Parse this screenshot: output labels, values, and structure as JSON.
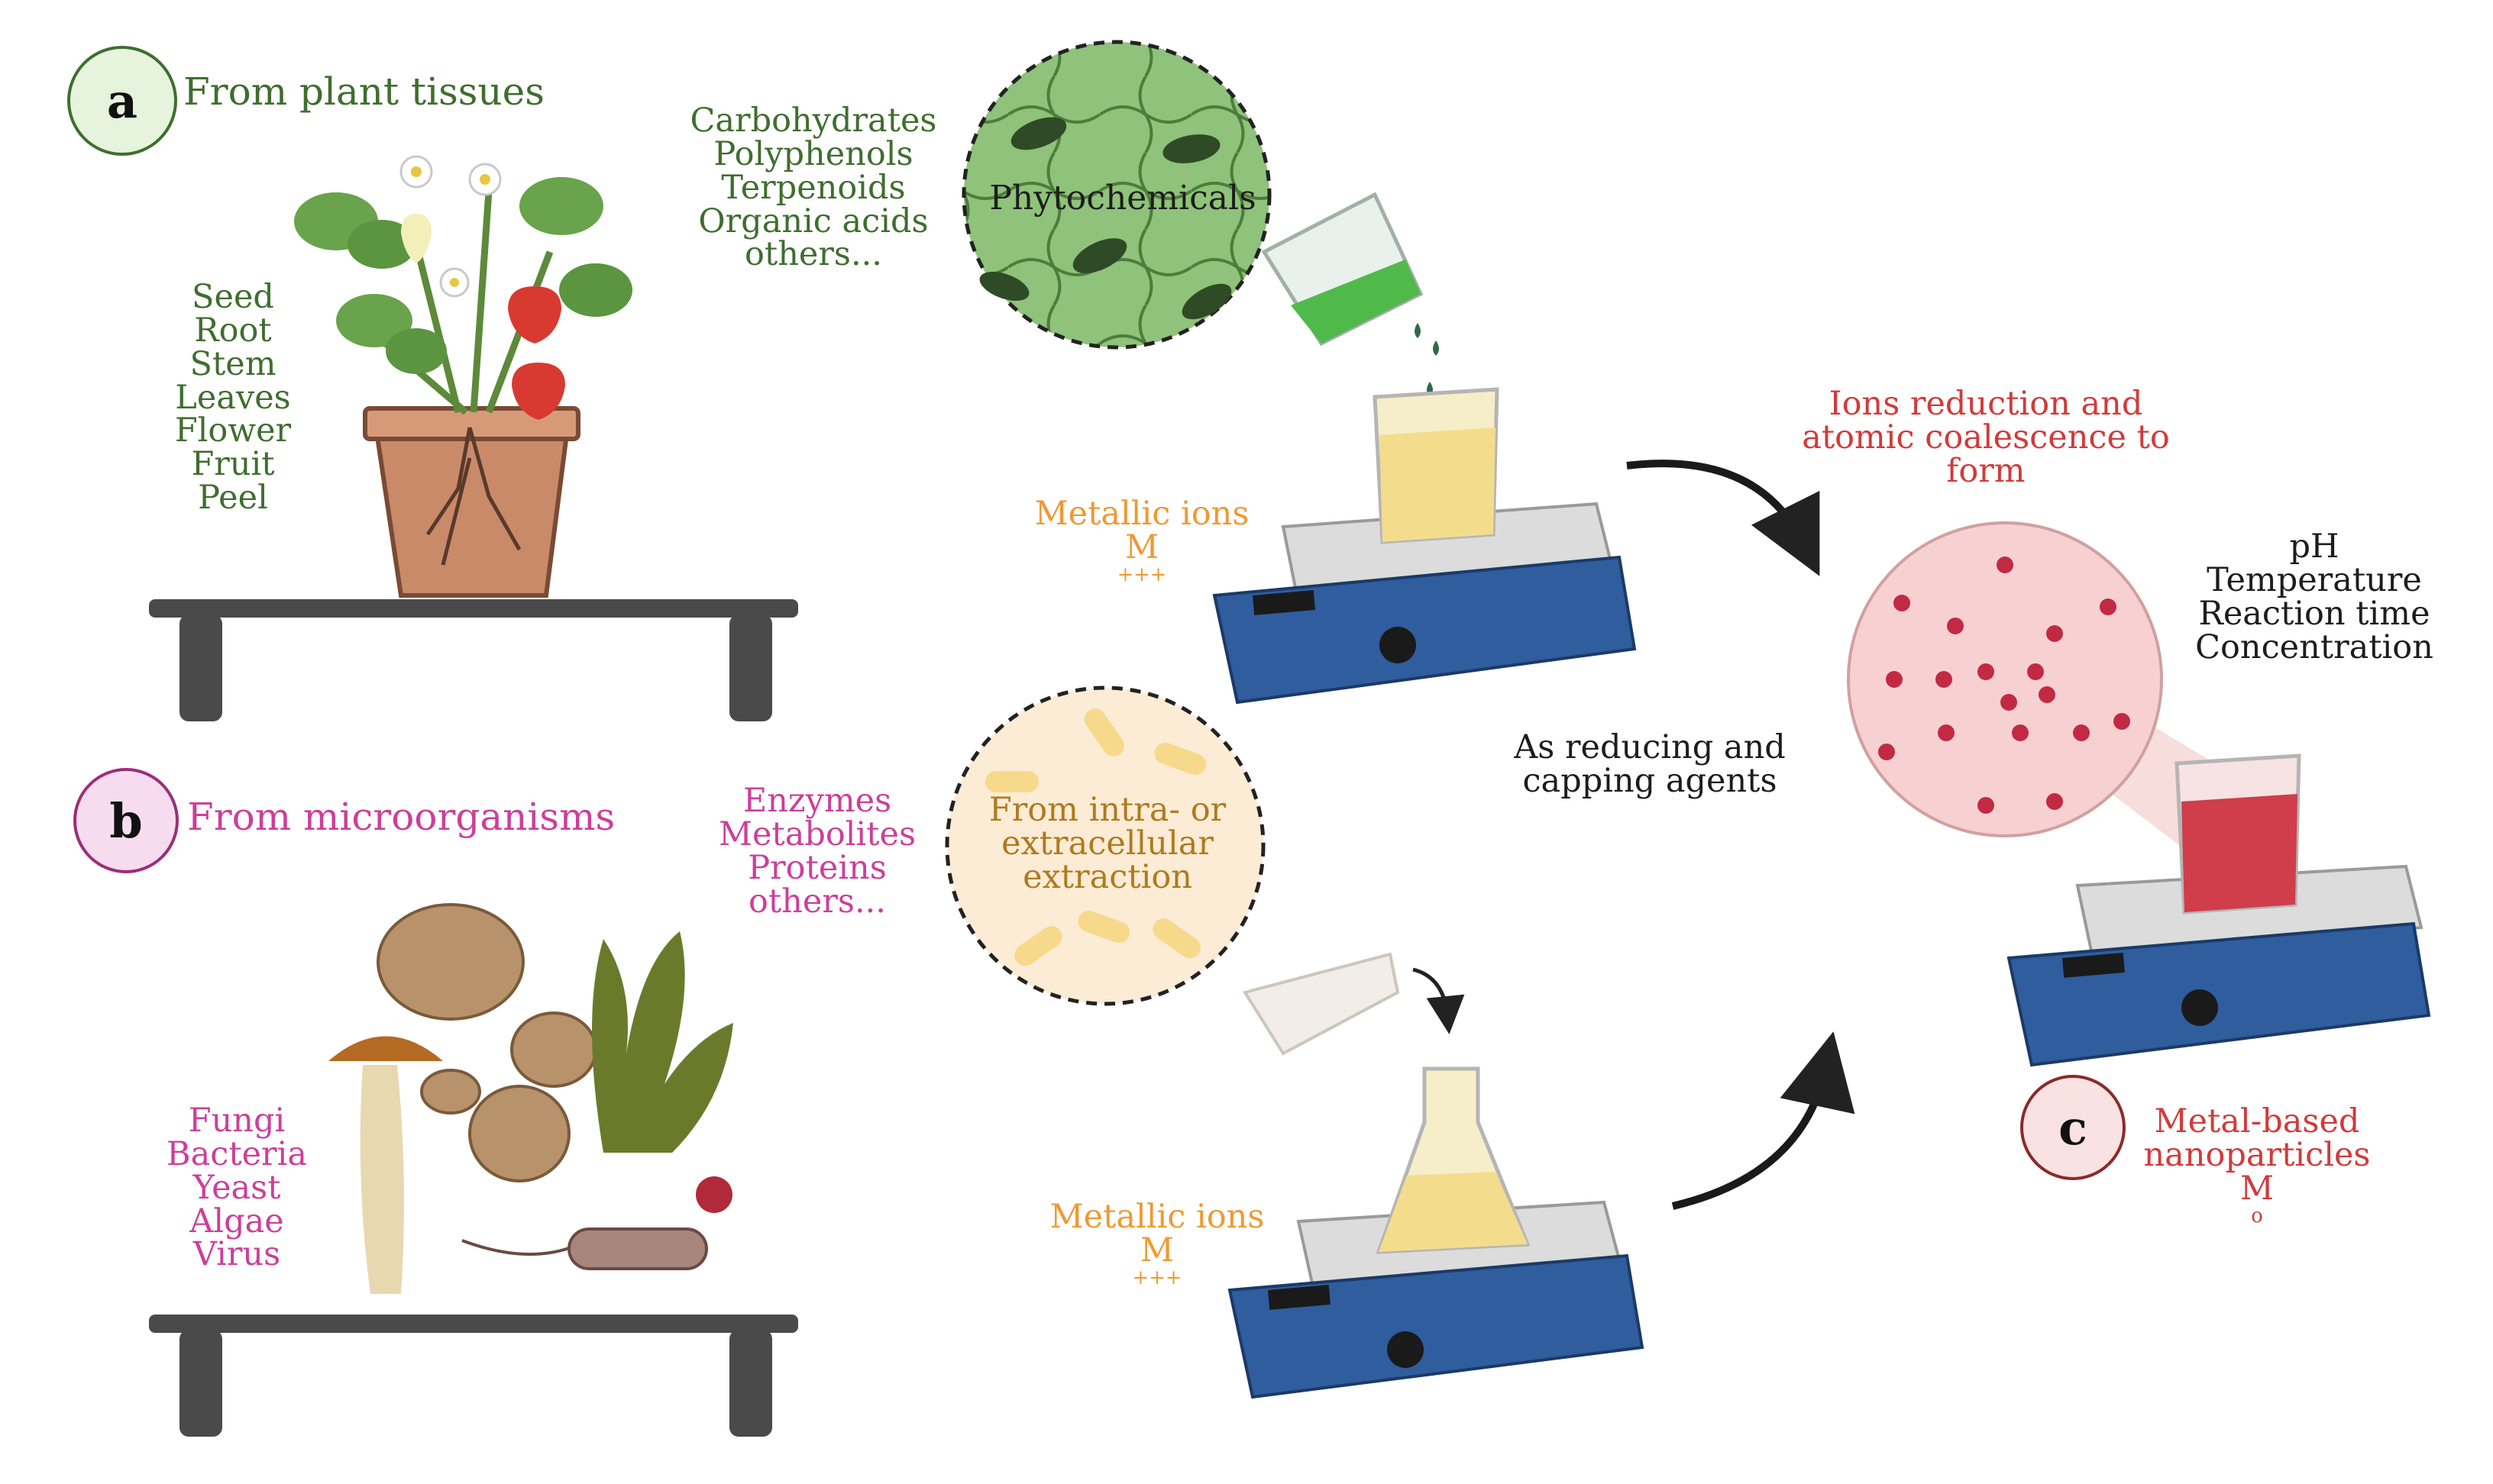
{
  "panel_a": {
    "badge": "a",
    "title": "From plant tissues",
    "parts": [
      "Seed",
      "Root",
      "Stem",
      "Leaves",
      "Flower",
      "Fruit",
      "Peel"
    ],
    "compounds": [
      "Carbohydrates",
      "Polyphenols",
      "Terpenoids",
      "Organic acids",
      "others..."
    ],
    "zoom_label": "Phytochemicals",
    "metal_ions_label": "Metallic ions",
    "metal_ions_formula": "M",
    "metal_ions_charge": "+++"
  },
  "panel_b": {
    "badge": "b",
    "title": "From microorganisms",
    "organisms": [
      "Fungi",
      "Bacteria",
      "Yeast",
      "Algae",
      "Virus"
    ],
    "compounds": [
      "Enzymes",
      "Metabolites",
      "Proteins",
      "others..."
    ],
    "zoom_label_lines": [
      "From intra- or",
      "extracellular",
      "extraction"
    ],
    "metal_ions_label": "Metallic ions",
    "metal_ions_formula": "M",
    "metal_ions_charge": "+++"
  },
  "middle": {
    "reducing_lines": [
      "As reducing and",
      "capping agents"
    ]
  },
  "panel_c": {
    "badge": "c",
    "reduction_lines": [
      "Ions reduction and",
      "atomic coalescence to",
      "form"
    ],
    "conditions": [
      "pH",
      "Temperature",
      "Reaction time",
      "Concentration"
    ],
    "product_lines": [
      "Metal-based",
      "nanoparticles"
    ],
    "product_formula": "M",
    "product_charge": "o"
  },
  "colors": {
    "green": "#3f6e2e",
    "pink": "#cc3f9a",
    "orange": "#ee9a34",
    "red": "#d13b3b",
    "stirrer_blue": "#2f5d9e",
    "table": "#4a4a4a"
  }
}
